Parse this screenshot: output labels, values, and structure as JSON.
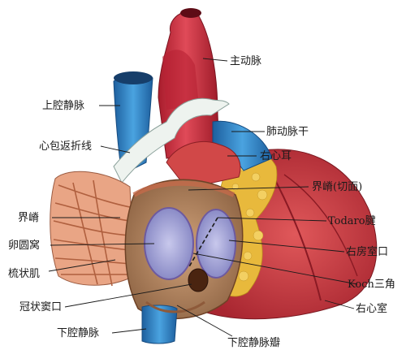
{
  "labels": {
    "aorta": "主动脉",
    "svc": "上腔静脉",
    "pulmonary_trunk": "肺动脉干",
    "pericardial_reflection": "心包返折线",
    "right_auricle": "右心耳",
    "crista_terminalis_cut": "界嵴(切面)",
    "crista_terminalis": "界嵴",
    "tendon_of_todaro": "Todaro腱",
    "fossa_ovalis": "卵圆窝",
    "right_av_orifice": "右房室口",
    "pectinate_muscles": "梳状肌",
    "triangle_of_koch": "Koch三角",
    "coronary_sinus_orifice": "冠状窦口",
    "right_ventricle": "右心室",
    "ivc": "下腔静脉",
    "ivc_valve": "下腔静脉瓣"
  },
  "colors": {
    "aorta_red": "#c8283a",
    "vein_blue": "#2f86c8",
    "muscle_red": "#c8393c",
    "fat_yellow": "#e8b93c",
    "atrium_interior": "#b98a66",
    "fossa_lavender": "#a9a8d9"
  }
}
